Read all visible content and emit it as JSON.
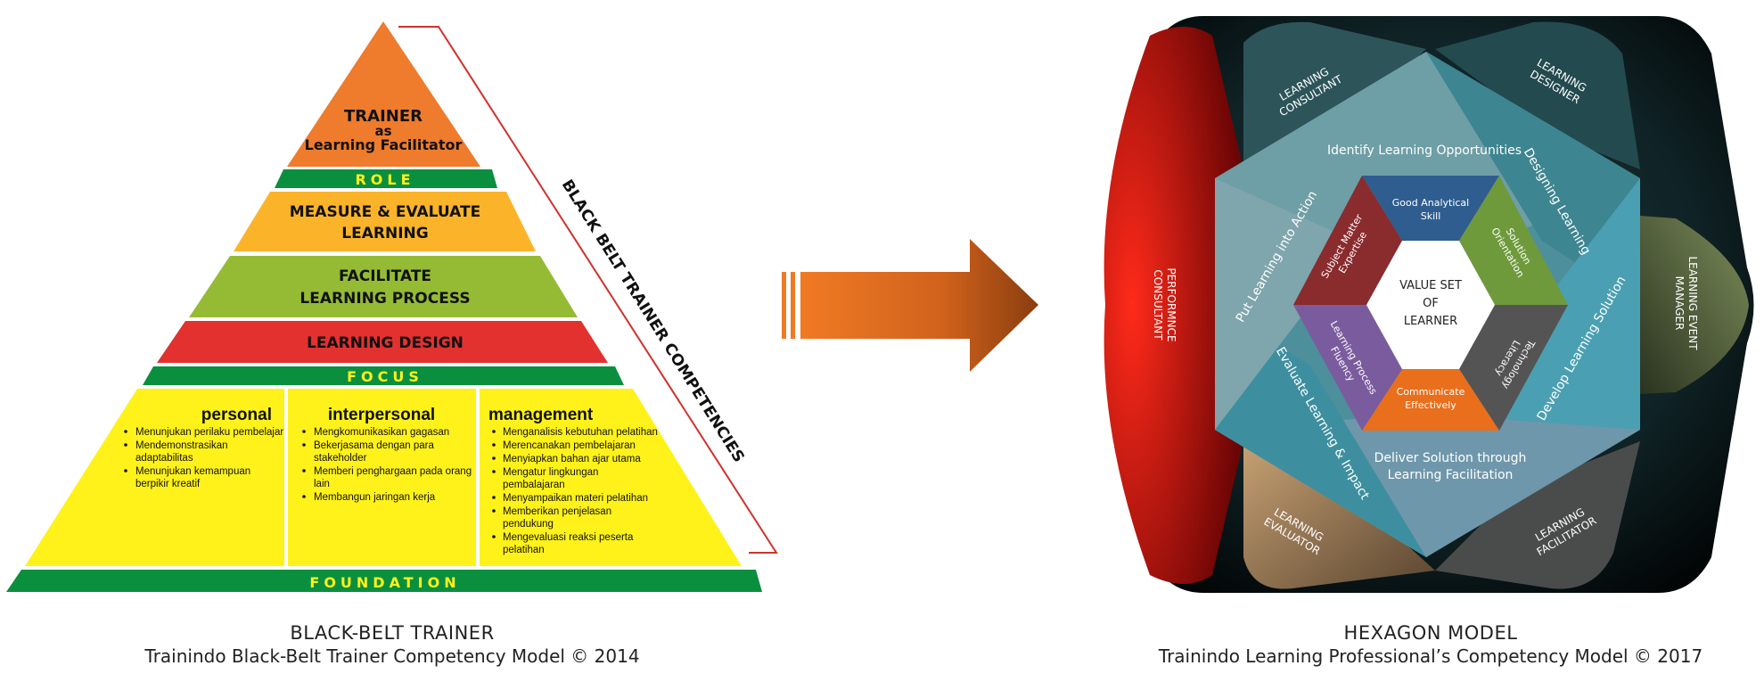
{
  "pyramid": {
    "top": [
      "TRAINER",
      "as",
      "Learning Facilitator"
    ],
    "role": "ROLE",
    "measure": [
      "MEASURE & EVALUATE",
      "LEARNING"
    ],
    "facilitate": [
      "FACILITATE",
      "LEARNING PROCESS"
    ],
    "design": "LEARNING DESIGN",
    "focus": "FOCUS",
    "foundation": "FOUNDATION",
    "side_label": "BLACK BELT TRAINER COMPETENCIES",
    "columns": [
      {
        "title": "personal",
        "items": [
          [
            "Menunjukan perilaku pembelajar"
          ],
          [
            "Mendemonstrasikan",
            "adaptabilitas"
          ],
          [
            "Menunjukan kemampuan",
            "berpikir kreatif"
          ]
        ]
      },
      {
        "title": "interpersonal",
        "items": [
          [
            "Mengkomunikasikan gagasan"
          ],
          [
            "Bekerjasama dengan para",
            "stakeholder"
          ],
          [
            "Memberi penghargaan pada orang",
            "lain"
          ],
          [
            "Membangun jaringan kerja"
          ]
        ]
      },
      {
        "title": "management",
        "items": [
          [
            "Menganalisis kebutuhan pelatihan"
          ],
          [
            "Merencanakan pembelajaran"
          ],
          [
            "Menyiapkan bahan ajar utama"
          ],
          [
            "Mengatur lingkungan",
            "pembalajaran"
          ],
          [
            "Menyampaikan materi pelatihan"
          ],
          [
            "Memberikan penjelasan",
            "pendukung"
          ],
          [
            "Mengevaluasi reaksi peserta",
            "pelatihan"
          ]
        ]
      }
    ]
  },
  "hexagon": {
    "roles": {
      "consultant": [
        "LEARNING",
        "CONSULTANT"
      ],
      "designer": [
        "LEARNING",
        "DESIGNER"
      ],
      "event_manager": [
        "LEARNING EVENT",
        "MANAGER"
      ],
      "facilitator": [
        "LEARNING",
        "FACILITATOR"
      ],
      "evaluator": [
        "LEARNING",
        "EVALUATOR"
      ],
      "performance": [
        "PERFORMNCE",
        "CONSULTANT"
      ]
    },
    "processes": {
      "identify": "Identify Learning Opportunities",
      "designing": "Designing Learning",
      "develop": "Develop Learning Solution",
      "deliver": [
        "Deliver Solution through",
        "Learning Facilitation"
      ],
      "evaluate": "Evaluate Learning & Impact",
      "put": "Put Learning into Action"
    },
    "center": [
      "VALUE SET",
      "OF",
      "LEARNER"
    ],
    "skills": {
      "analytical": [
        "Good Analytical",
        "Skill"
      ],
      "solution": [
        "Solution",
        "Orientation"
      ],
      "technology": [
        "Technology",
        "Literacy"
      ],
      "communicate": [
        "Communicate",
        "Effectively"
      ],
      "process": [
        "Learning Process",
        "Fluency"
      ],
      "subject": [
        "Subject Matter",
        "Expertise"
      ]
    },
    "colors": {
      "analytical": "#2f5d8f",
      "solution": "#6f9a3c",
      "technology": "#545454",
      "communicate": "#e96f1c",
      "process": "#7a5c9e",
      "subject": "#8a2b2e"
    }
  },
  "captions": {
    "left_title": "BLACK-BELT TRAINER",
    "left_subtitle": "Trainindo Black-Belt Trainer Competency Model © 2014",
    "right_title": "HEXAGON MODEL",
    "right_subtitle": "Trainindo Learning Professional’s Competency Model © 2017"
  }
}
